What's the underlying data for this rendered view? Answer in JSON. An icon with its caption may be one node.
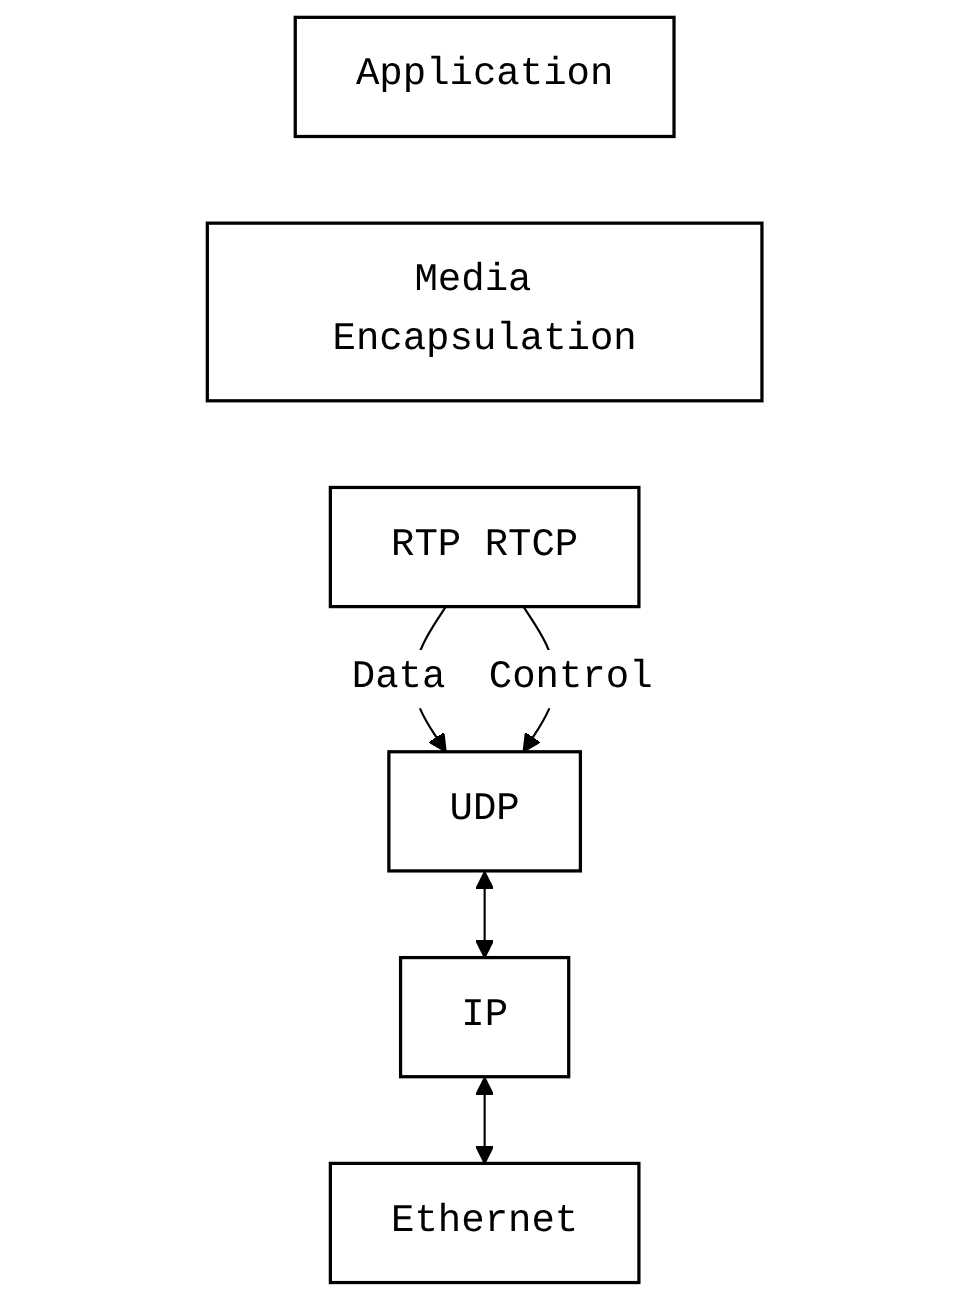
{
  "diagram": {
    "nodes": [
      {
        "text": [
          "Application"
        ]
      },
      {
        "text": [
          "Media Encapsulation"
        ]
      },
      {
        "text": [
          "RTP RTCP"
        ]
      },
      {
        "text": [
          "UDP"
        ]
      },
      {
        "text": [
          "IP"
        ]
      },
      {
        "text": [
          "Ethernet"
        ]
      }
    ],
    "edges": [
      {
        "from": 2,
        "to": 3,
        "arrow": "to",
        "label": "Data"
      },
      {
        "from": 2,
        "to": 3,
        "arrow": "to",
        "label": "Control"
      },
      {
        "from": 3,
        "to": 4,
        "arrow": "both"
      },
      {
        "from": 4,
        "to": 5,
        "arrow": "both"
      }
    ]
  }
}
